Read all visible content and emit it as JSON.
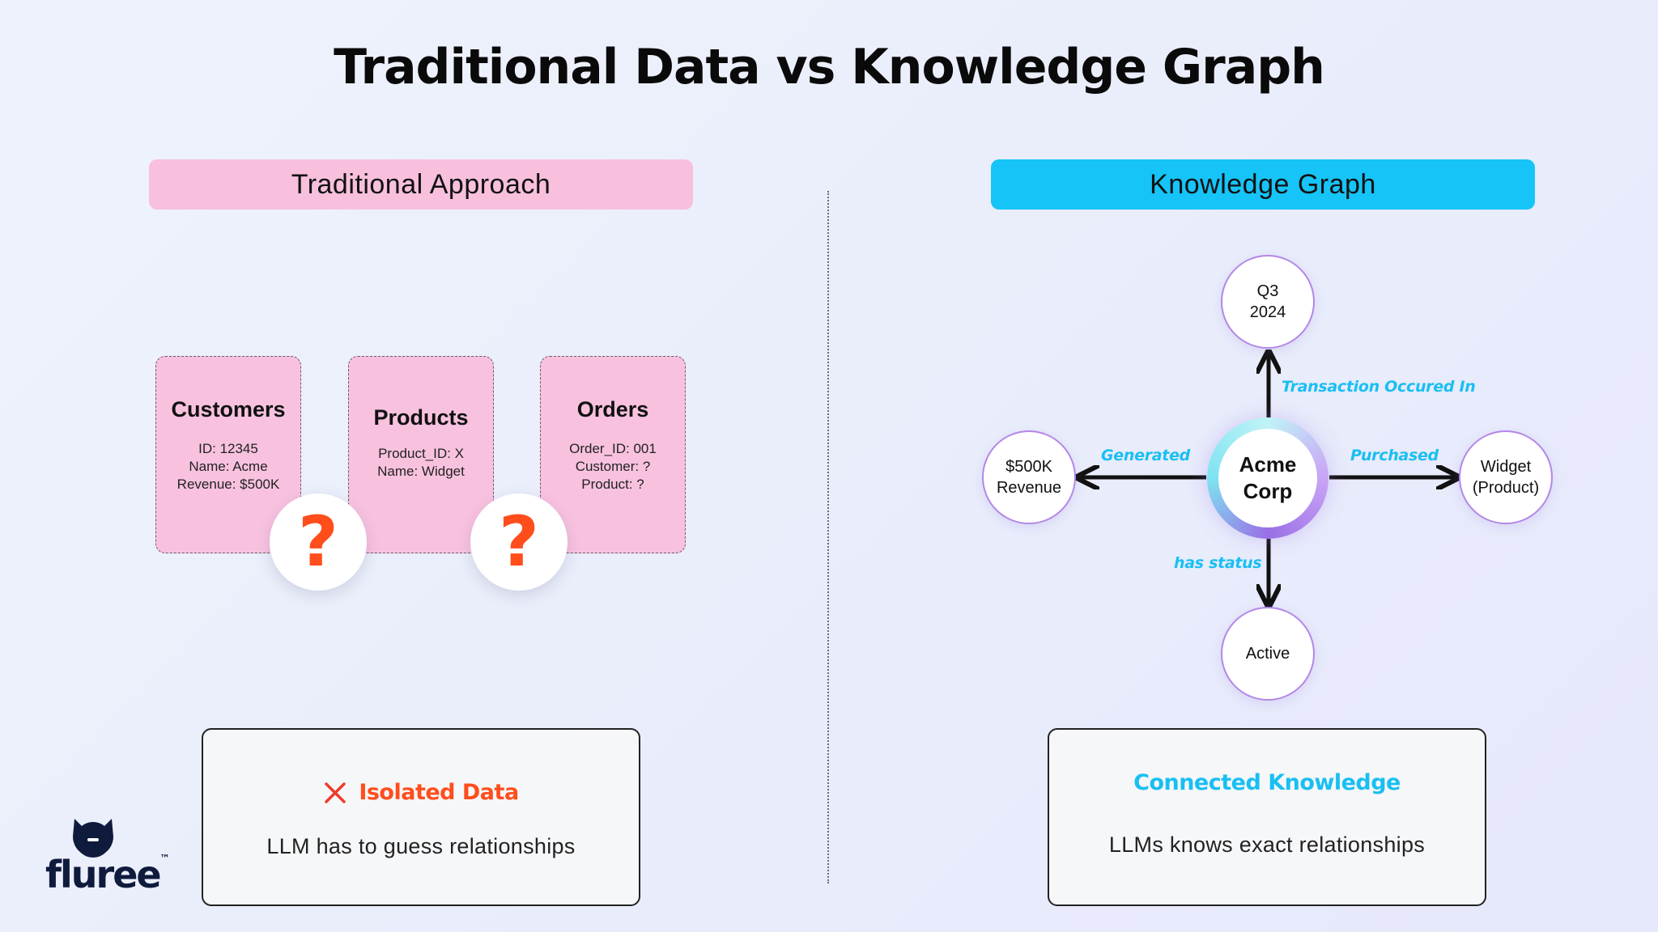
{
  "title": "Traditional Data vs Knowledge Graph",
  "left": {
    "header": "Traditional Approach",
    "tables": [
      {
        "name": "Customers",
        "fields": [
          "ID: 12345",
          "Name: Acme",
          "Revenue: $500K"
        ]
      },
      {
        "name": "Products",
        "fields": [
          "Product_ID: X",
          "Name: Widget"
        ]
      },
      {
        "name": "Orders",
        "fields": [
          "Order_ID: 001",
          "Customer: ?",
          "Product: ?"
        ]
      }
    ],
    "question_mark": "?",
    "result": {
      "icon": "x-icon",
      "title": "Isolated Data",
      "text": "LLM has to guess relationships"
    }
  },
  "right": {
    "header": "Knowledge Graph",
    "center": {
      "line1": "Acme",
      "line2": "Corp"
    },
    "nodes": {
      "top": {
        "line1": "Q3",
        "line2": "2024"
      },
      "left": {
        "line1": "$500K",
        "line2": "Revenue"
      },
      "right": {
        "line1": "Widget",
        "line2": "(Product)"
      },
      "bottom": {
        "line1": "Active"
      }
    },
    "edges": {
      "top": "Transaction Occured In",
      "left": "Generated",
      "right": "Purchased",
      "bottom": "has status"
    },
    "result": {
      "title": "Connected Knowledge",
      "text": "LLMs knows exact relationships"
    }
  },
  "logo": {
    "text": "fluree",
    "trademark": "™"
  },
  "colors": {
    "pink": "#f8c0dd",
    "cyan": "#16c4f7",
    "orange_red": "#ff4d1c",
    "x_red": "#ef3b2c",
    "node_border": "#b487e6"
  }
}
